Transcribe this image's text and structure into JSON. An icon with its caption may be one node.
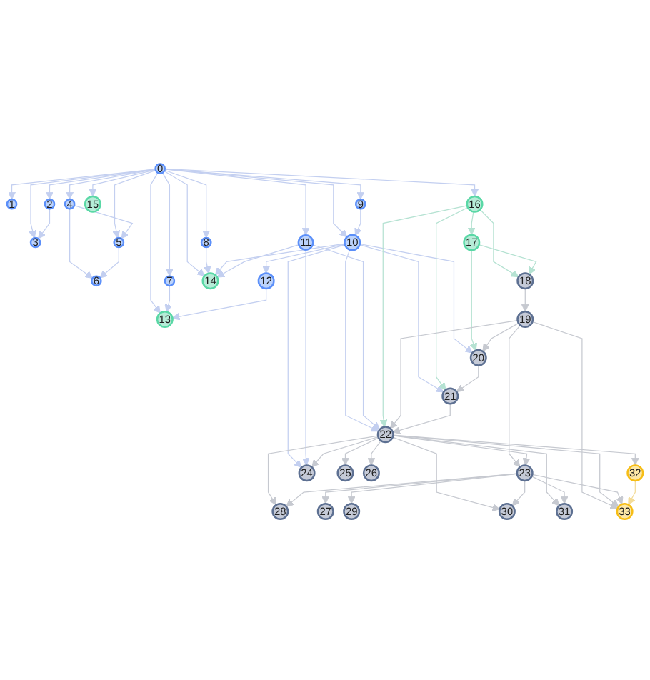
{
  "diagram": {
    "nodes": [
      {
        "text": [
          "0"
        ]
      },
      {
        "text": [
          "1"
        ]
      },
      {
        "text": [
          "2"
        ]
      },
      {
        "text": [
          "3"
        ]
      },
      {
        "text": [
          "4"
        ]
      },
      {
        "text": [
          "5"
        ]
      },
      {
        "text": [
          "6"
        ]
      },
      {
        "text": [
          "7"
        ]
      },
      {
        "text": [
          "8"
        ]
      },
      {
        "text": [
          "9"
        ]
      },
      {
        "text": [
          "10"
        ]
      },
      {
        "text": [
          "11"
        ]
      },
      {
        "text": [
          "12"
        ]
      },
      {
        "text": [
          "13"
        ]
      },
      {
        "text": [
          "14"
        ]
      },
      {
        "text": [
          "15"
        ]
      },
      {
        "text": [
          "16"
        ]
      },
      {
        "text": [
          "17"
        ]
      },
      {
        "text": [
          "18"
        ]
      },
      {
        "text": [
          "19"
        ]
      },
      {
        "text": [
          "20"
        ]
      },
      {
        "text": [
          "21"
        ]
      },
      {
        "text": [
          "22"
        ]
      },
      {
        "text": [
          "23"
        ]
      },
      {
        "text": [
          "24"
        ]
      },
      {
        "text": [
          "25"
        ]
      },
      {
        "text": [
          "26"
        ]
      },
      {
        "text": [
          "27"
        ]
      },
      {
        "text": [
          "28"
        ]
      },
      {
        "text": [
          "29"
        ]
      },
      {
        "text": [
          "30"
        ]
      },
      {
        "text": [
          "31"
        ]
      },
      {
        "text": [
          "32"
        ]
      },
      {
        "text": [
          "33"
        ]
      }
    ],
    "edges": [
      {
        "from": 0,
        "to": 1,
        "arrow": "to"
      },
      {
        "from": 0,
        "to": 2,
        "arrow": "to"
      },
      {
        "from": 0,
        "to": 3,
        "arrow": "to"
      },
      {
        "from": 0,
        "to": 4,
        "arrow": "to"
      },
      {
        "from": 0,
        "to": 5,
        "arrow": "to"
      },
      {
        "from": 0,
        "to": 7,
        "arrow": "to"
      },
      {
        "from": 0,
        "to": 8,
        "arrow": "to"
      },
      {
        "from": 0,
        "to": 9,
        "arrow": "to"
      },
      {
        "from": 0,
        "to": 10,
        "arrow": "to"
      },
      {
        "from": 0,
        "to": 11,
        "arrow": "to"
      },
      {
        "from": 0,
        "to": 13,
        "arrow": "to"
      },
      {
        "from": 0,
        "to": 14,
        "arrow": "to"
      },
      {
        "from": 0,
        "to": 15,
        "arrow": "to"
      },
      {
        "from": 0,
        "to": 16,
        "arrow": "to"
      },
      {
        "from": 2,
        "to": 3,
        "arrow": "to"
      },
      {
        "from": 4,
        "to": 5,
        "arrow": "to"
      },
      {
        "from": 4,
        "to": 6,
        "arrow": "to"
      },
      {
        "from": 5,
        "to": 6,
        "arrow": "to"
      },
      {
        "from": 7,
        "to": 13,
        "arrow": "to"
      },
      {
        "from": 8,
        "to": 14,
        "arrow": "to"
      },
      {
        "from": 9,
        "to": 10,
        "arrow": "to"
      },
      {
        "from": 10,
        "to": 22,
        "arrow": "to"
      },
      {
        "from": 10,
        "to": 14,
        "arrow": "to"
      },
      {
        "from": 10,
        "to": 12,
        "arrow": "to"
      },
      {
        "from": 10,
        "to": 24,
        "arrow": "to"
      },
      {
        "from": 10,
        "to": 21,
        "arrow": "to"
      },
      {
        "from": 10,
        "to": 20,
        "arrow": "to"
      },
      {
        "from": 11,
        "to": 24,
        "arrow": "to"
      },
      {
        "from": 11,
        "to": 22,
        "arrow": "to"
      },
      {
        "from": 11,
        "to": 14,
        "arrow": "to"
      },
      {
        "from": 12,
        "to": 13,
        "arrow": "to"
      },
      {
        "from": 16,
        "to": 17,
        "arrow": "to",
        "color": "#b5e2d2"
      },
      {
        "from": 16,
        "to": 18,
        "arrow": "to",
        "color": "#b5e2d2"
      },
      {
        "from": 16,
        "to": 21,
        "arrow": "to",
        "color": "#b5e2d2"
      },
      {
        "from": 16,
        "to": 22,
        "arrow": "to",
        "color": "#b5e2d2"
      },
      {
        "from": 17,
        "to": 18,
        "arrow": "to",
        "color": "#b5e2d2"
      },
      {
        "from": 17,
        "to": 20,
        "arrow": "to",
        "color": "#b5e2d2"
      },
      {
        "from": 18,
        "to": 19,
        "arrow": "to",
        "color": "#c6c9d0"
      },
      {
        "from": 19,
        "to": 20,
        "arrow": "to",
        "color": "#c6c9d0"
      },
      {
        "from": 19,
        "to": 33,
        "arrow": "to",
        "color": "#c6c9d0"
      },
      {
        "from": 19,
        "to": 22,
        "arrow": "to",
        "color": "#c6c9d0"
      },
      {
        "from": 19,
        "to": 23,
        "arrow": "to",
        "color": "#c6c9d0"
      },
      {
        "from": 20,
        "to": 21,
        "arrow": "to",
        "color": "#c6c9d0"
      },
      {
        "from": 21,
        "to": 22,
        "arrow": "to",
        "color": "#c6c9d0"
      },
      {
        "from": 22,
        "to": 24,
        "arrow": "to",
        "color": "#c6c9d0"
      },
      {
        "from": 22,
        "to": 25,
        "arrow": "to",
        "color": "#c6c9d0"
      },
      {
        "from": 22,
        "to": 26,
        "arrow": "to",
        "color": "#c6c9d0"
      },
      {
        "from": 22,
        "to": 23,
        "arrow": "to",
        "color": "#c6c9d0"
      },
      {
        "from": 22,
        "to": 28,
        "arrow": "to",
        "color": "#c6c9d0"
      },
      {
        "from": 22,
        "to": 30,
        "arrow": "to",
        "color": "#c6c9d0"
      },
      {
        "from": 22,
        "to": 31,
        "arrow": "to",
        "color": "#c6c9d0"
      },
      {
        "from": 22,
        "to": 32,
        "arrow": "to",
        "color": "#c6c9d0"
      },
      {
        "from": 22,
        "to": 33,
        "arrow": "to",
        "color": "#c6c9d0"
      },
      {
        "from": 23,
        "to": 28,
        "arrow": "to",
        "color": "#c6c9d0"
      },
      {
        "from": 23,
        "to": 27,
        "arrow": "to",
        "color": "#c6c9d0"
      },
      {
        "from": 23,
        "to": 29,
        "arrow": "to",
        "color": "#c6c9d0"
      },
      {
        "from": 23,
        "to": 30,
        "arrow": "to",
        "color": "#c6c9d0"
      },
      {
        "from": 23,
        "to": 31,
        "arrow": "to",
        "color": "#c6c9d0"
      },
      {
        "from": 23,
        "to": 33,
        "arrow": "to",
        "color": "#c6c9d0"
      },
      {
        "from": 32,
        "to": 33,
        "arrow": "to",
        "color": "#f3dc9a"
      }
    ]
  }
}
